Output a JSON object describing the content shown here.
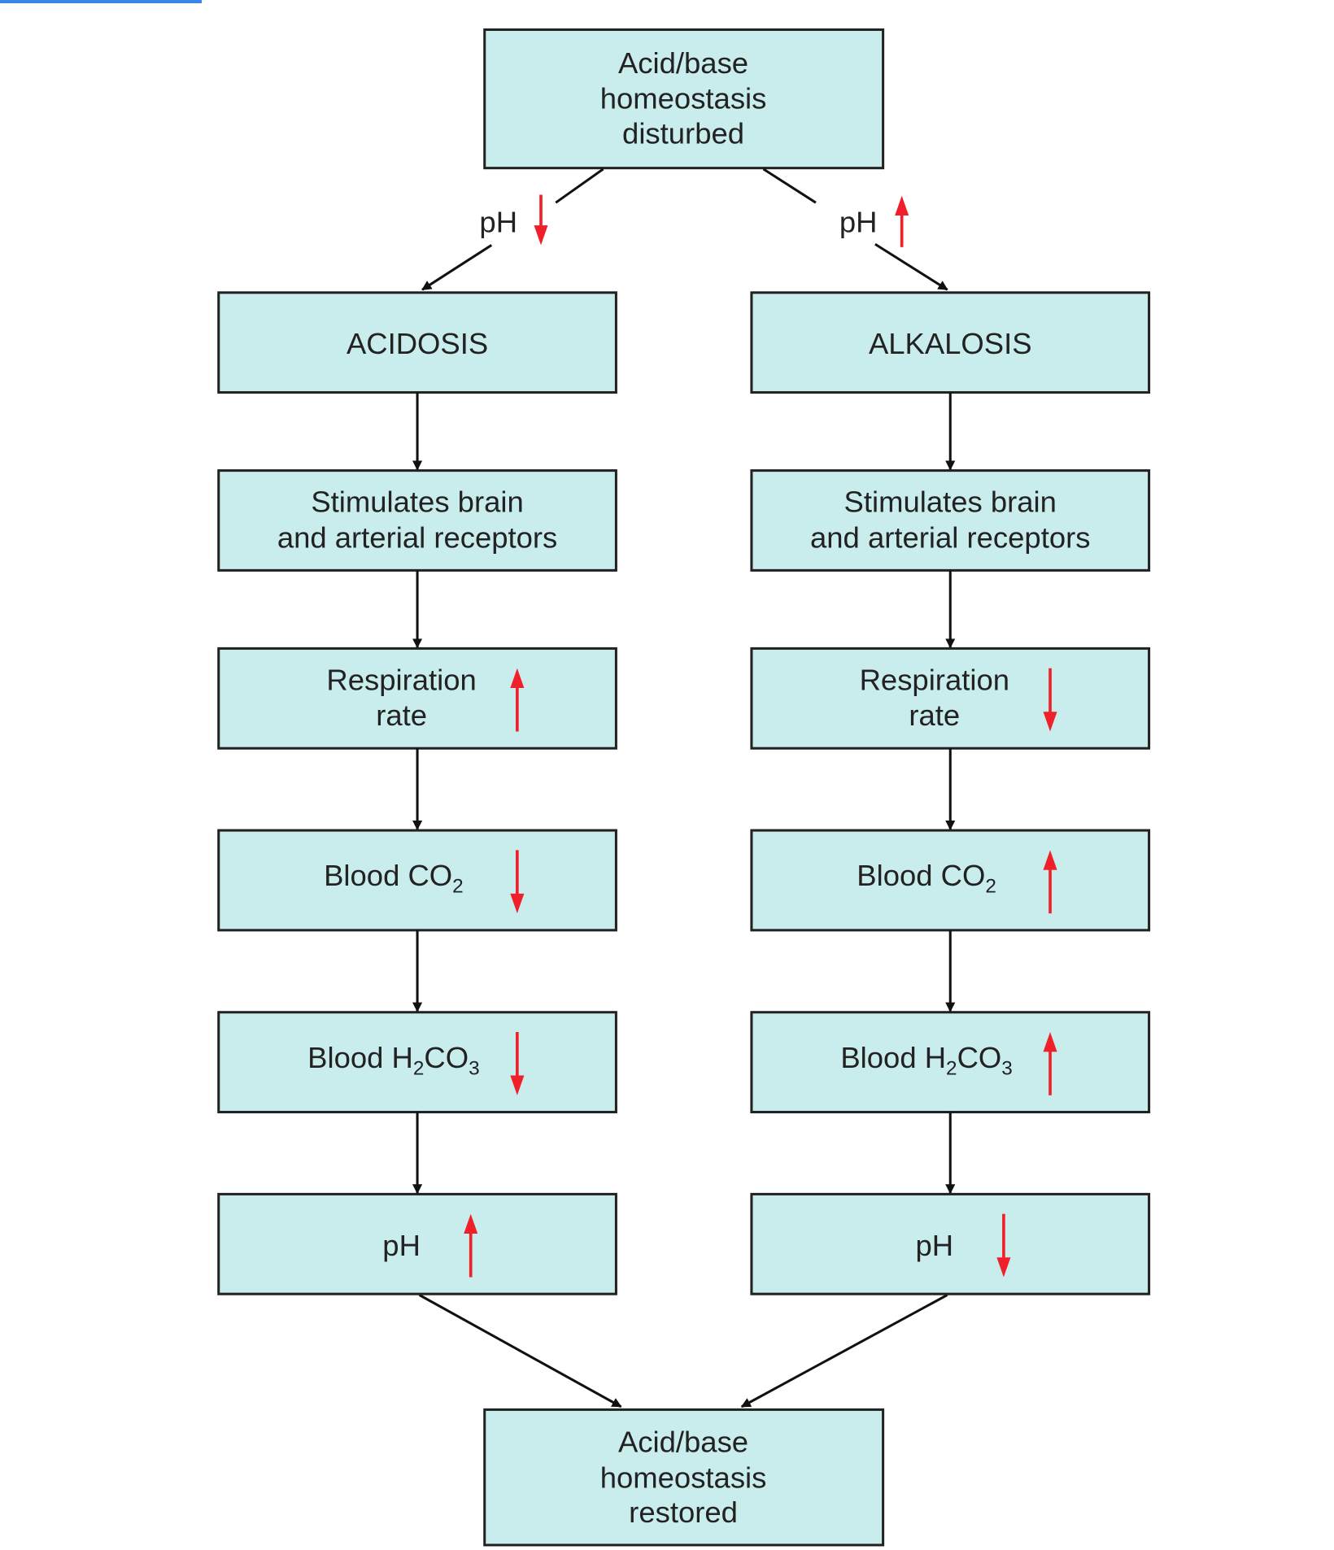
{
  "diagram": {
    "title_top": [
      "Acid/base",
      "homeostasis",
      "disturbed"
    ],
    "title_bottom": [
      "Acid/base",
      "homeostasis",
      "restored"
    ],
    "colors": {
      "box_fill": "#c9ecec",
      "indicator": "#f0202a",
      "line": "#111111",
      "top_accent": "#3a86e8"
    },
    "branches": [
      {
        "side": "left",
        "entry_label": "pH",
        "entry_direction": "down",
        "steps": [
          {
            "lines": [
              "ACIDOSIS"
            ],
            "direction": null
          },
          {
            "lines": [
              "Stimulates brain",
              "and arterial receptors"
            ],
            "direction": null
          },
          {
            "lines": [
              "Respiration",
              "rate"
            ],
            "direction": "up"
          },
          {
            "main": "Blood CO",
            "sub": "2",
            "direction": "down"
          },
          {
            "main": "Blood H",
            "sub": "2",
            "main2": "CO",
            "sub2": "3",
            "direction": "down"
          },
          {
            "lines": [
              "pH"
            ],
            "direction": "up"
          }
        ]
      },
      {
        "side": "right",
        "entry_label": "pH",
        "entry_direction": "up",
        "steps": [
          {
            "lines": [
              "ALKALOSIS"
            ],
            "direction": null
          },
          {
            "lines": [
              "Stimulates brain",
              "and arterial receptors"
            ],
            "direction": null
          },
          {
            "lines": [
              "Respiration",
              "rate"
            ],
            "direction": "down"
          },
          {
            "main": "Blood CO",
            "sub": "2",
            "direction": "up"
          },
          {
            "main": "Blood H",
            "sub": "2",
            "main2": "CO",
            "sub2": "3",
            "direction": "up"
          },
          {
            "lines": [
              "pH"
            ],
            "direction": "down"
          }
        ]
      }
    ]
  }
}
